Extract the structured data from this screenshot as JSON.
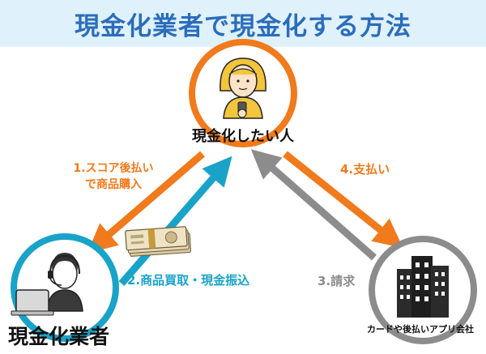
{
  "title": "現金化業者で現金化する方法",
  "nodes": {
    "person": {
      "label": "現金化したい人",
      "icon": "woman-with-phone-icon"
    },
    "dealer": {
      "label": "現金化業者",
      "icon": "operator-with-headset-icon"
    },
    "card_company": {
      "label": "カードや後払いアプリ会社",
      "icon": "office-buildings-icon"
    }
  },
  "steps": {
    "s1_line1": "1.スコア後払い",
    "s1_line2": "で商品購入",
    "s2": "2.商品買取・現金振込",
    "s3": "3.請求",
    "s4": "4.支払い"
  },
  "money_icon": "banknote-stack-icon",
  "colors": {
    "title": "#2b6dbb",
    "title_band": "#dff1fa",
    "orange": "#f07a1c",
    "blue": "#1aa3c8",
    "gray": "#8c8c8c"
  }
}
